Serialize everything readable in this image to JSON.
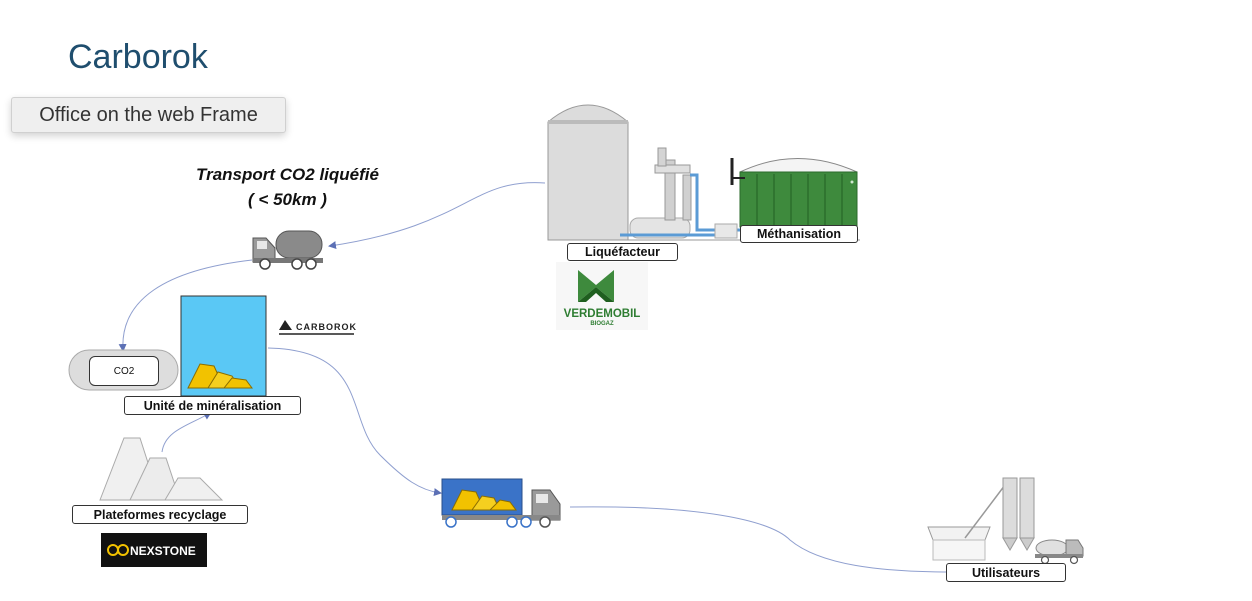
{
  "header": {
    "title": "Carborok"
  },
  "frame_tab": {
    "label": "Office on the web Frame"
  },
  "diagram": {
    "transport": {
      "line1": "Transport CO2 liquéfié",
      "line2": "( < 50km )"
    },
    "labels": {
      "liquefacteur": "Liquéfacteur",
      "methanisation": "Méthanisation",
      "co2": "CO2",
      "mineralisation": "Unité de minéralisation",
      "recyclage": "Plateformes recyclage",
      "utilisateurs": "Utilisateurs"
    },
    "logos": {
      "verdemobil": "VERDEMOBIL",
      "verdemobil_sub": "BIOGAZ",
      "carborok": "CARBOROK",
      "nexstone": "NEXSTONE"
    },
    "colors": {
      "arrow": "#7d8fc4",
      "green_tank": "#3e8a3d",
      "blue_unit": "#5ac8f5",
      "yellow": "#f2c200",
      "truck_blue": "#3a73c8"
    }
  }
}
